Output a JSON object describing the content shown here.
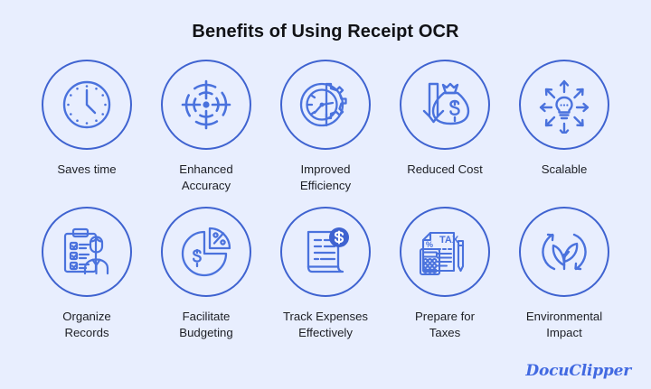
{
  "header": {
    "title": "Benefits of Using Receipt OCR"
  },
  "theme": {
    "background": "#e8eefe",
    "accent_blue": "#3f63d0",
    "icon_blue": "#4a72dd",
    "text_dark": "#1d1f25",
    "logo_blue": "#4169e1"
  },
  "benefits": [
    {
      "label": "Saves time",
      "icon": "clock-icon"
    },
    {
      "label": "Enhanced\nAccuracy",
      "icon": "target-crosshair-icon"
    },
    {
      "label": "Improved\nEfficiency",
      "icon": "clock-gear-icon"
    },
    {
      "label": "Reduced Cost",
      "icon": "money-bag-down-arrow-icon"
    },
    {
      "label": "Scalable",
      "icon": "lightbulb-expand-arrows-icon"
    },
    {
      "label": "Organize\nRecords",
      "icon": "clipboard-person-icon"
    },
    {
      "label": "Facilitate\nBudgeting",
      "icon": "pie-chart-dollar-percent-icon"
    },
    {
      "label": "Track Expenses\nEffectively",
      "icon": "receipt-dollar-badge-icon"
    },
    {
      "label": "Prepare for\nTaxes",
      "icon": "tax-document-calculator-pen-icon"
    },
    {
      "label": "Environmental\nImpact",
      "icon": "leaf-recycle-icon"
    }
  ],
  "footer": {
    "logo_text": "DocuClipper"
  }
}
